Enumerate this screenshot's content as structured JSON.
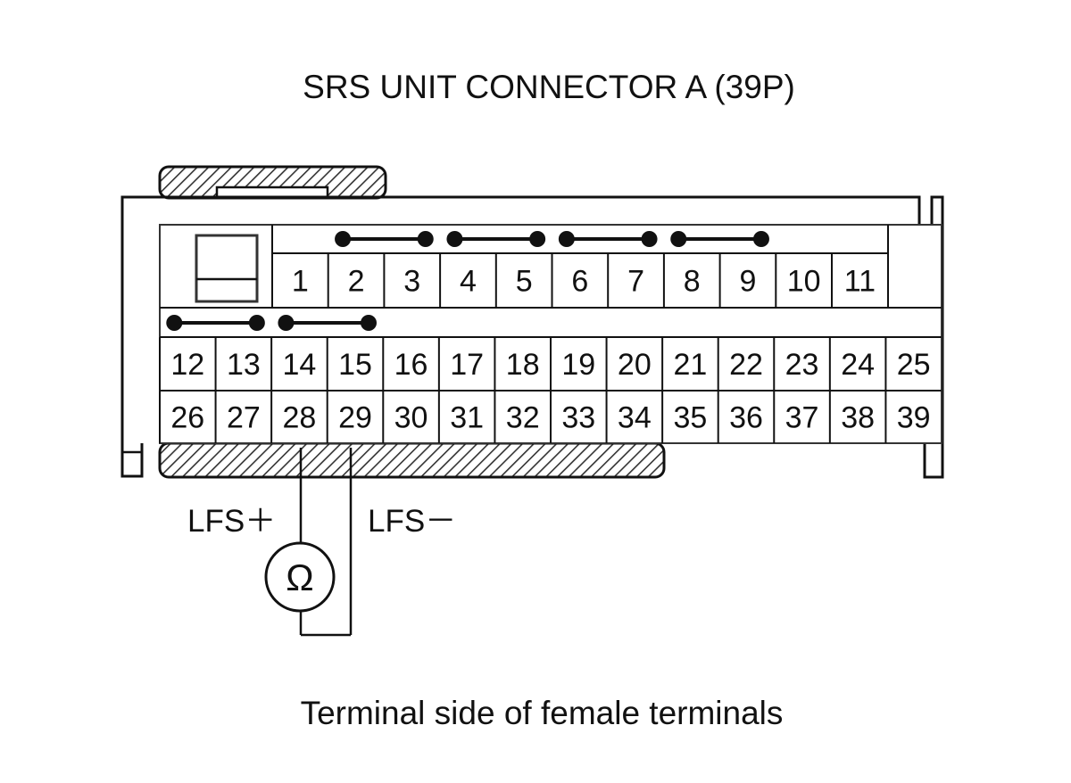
{
  "title": "SRS UNIT CONNECTOR A (39P)",
  "caption": "Terminal side of female terminals",
  "connector": {
    "row_top": [
      "1",
      "2",
      "3",
      "4",
      "5",
      "6",
      "7",
      "8",
      "9",
      "10",
      "11"
    ],
    "row_middle": [
      "12",
      "13",
      "14",
      "15",
      "16",
      "17",
      "18",
      "19",
      "20",
      "21",
      "22",
      "23",
      "24",
      "25"
    ],
    "row_bottom": [
      "26",
      "27",
      "28",
      "29",
      "30",
      "31",
      "32",
      "33",
      "34",
      "35",
      "36",
      "37",
      "38",
      "39"
    ],
    "shorting_bars": [
      [
        "2",
        "3"
      ],
      [
        "4",
        "5"
      ],
      [
        "6",
        "7"
      ],
      [
        "8",
        "9"
      ],
      [
        "12",
        "13"
      ],
      [
        "14",
        "15"
      ]
    ]
  },
  "probes": {
    "positive_label": "LFS＋",
    "negative_label": "LFS－",
    "positive_terminal": "28",
    "negative_terminal": "29",
    "meter_symbol": "Ω",
    "meter_icon": "ohmmeter-icon"
  }
}
